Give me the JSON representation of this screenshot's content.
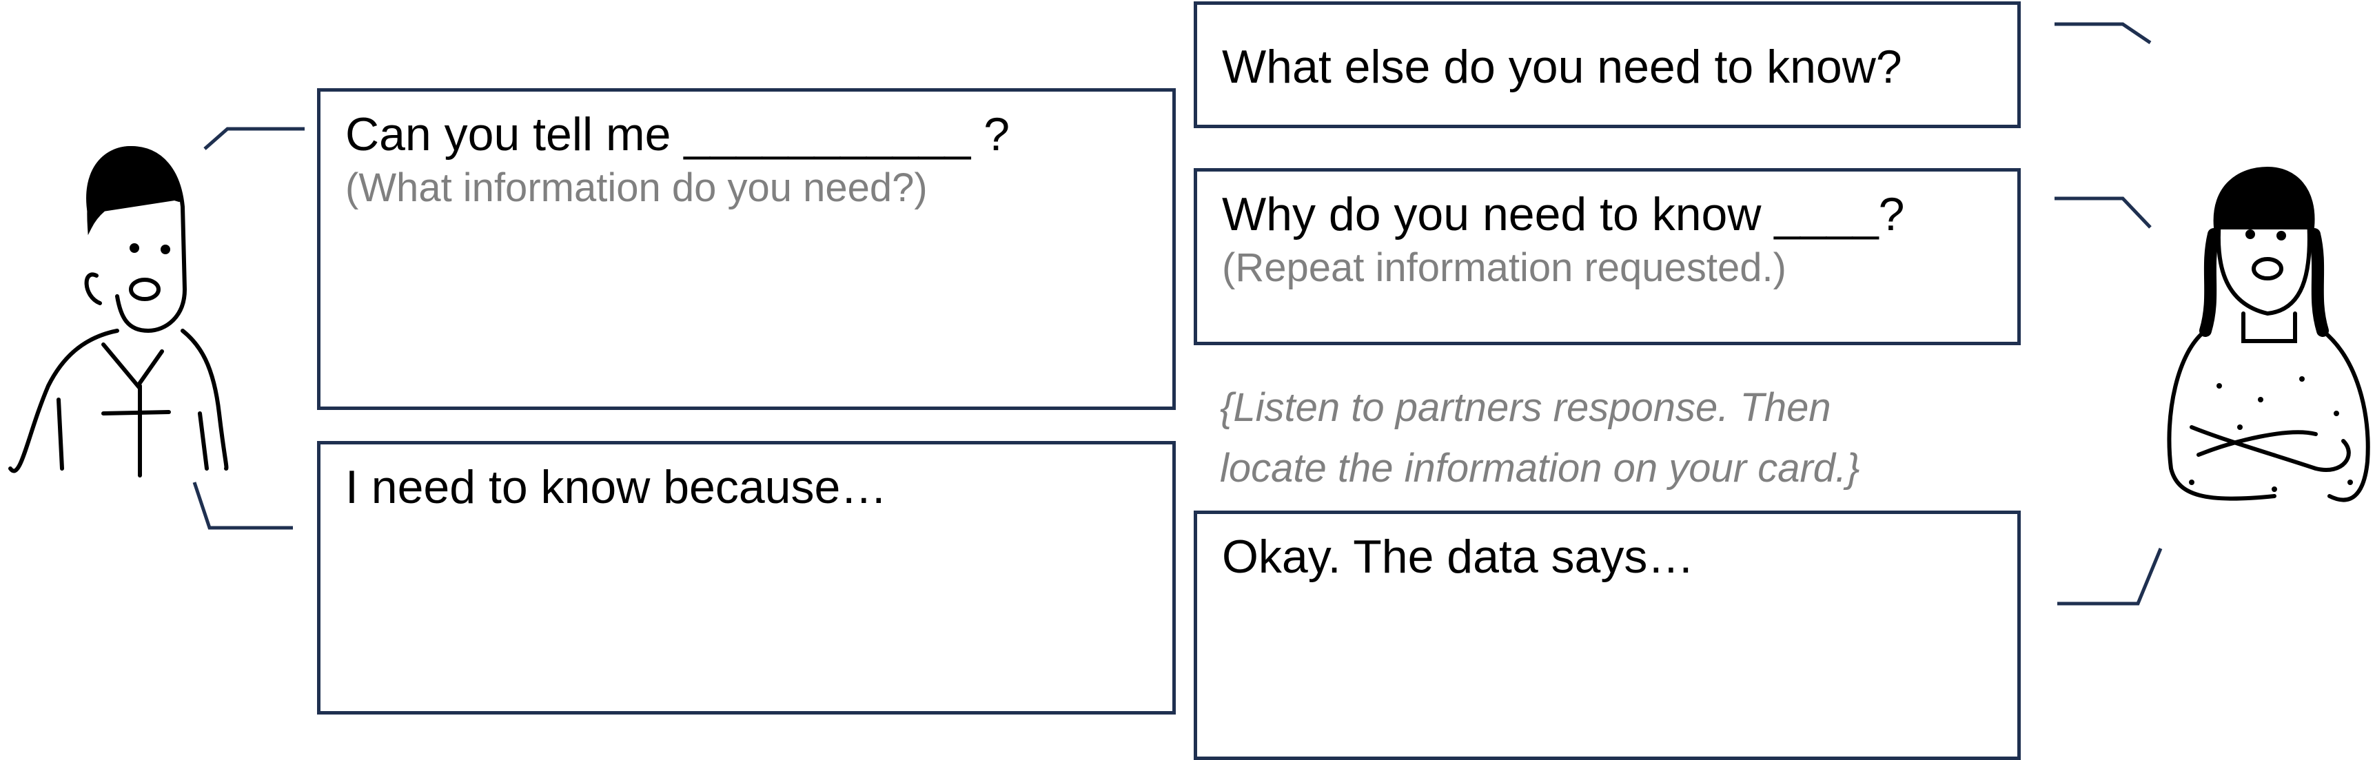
{
  "left_boxes": [
    {
      "text": "Can you tell me ___________ ?",
      "hint": "(What information do you need?)"
    },
    {
      "text": "I need to know because…"
    }
  ],
  "right_boxes": [
    {
      "text": "What else do you need to know?"
    },
    {
      "text": "Why do you need to know ____?",
      "hint": "(Repeat information requested.)"
    },
    {
      "text": "Okay. The data says…"
    }
  ],
  "instruction": {
    "line1": "{Listen to partners response. Then",
    "line2": "locate the information on your card.}"
  },
  "colors": {
    "border": "#1f3050",
    "hint": "#808080"
  }
}
